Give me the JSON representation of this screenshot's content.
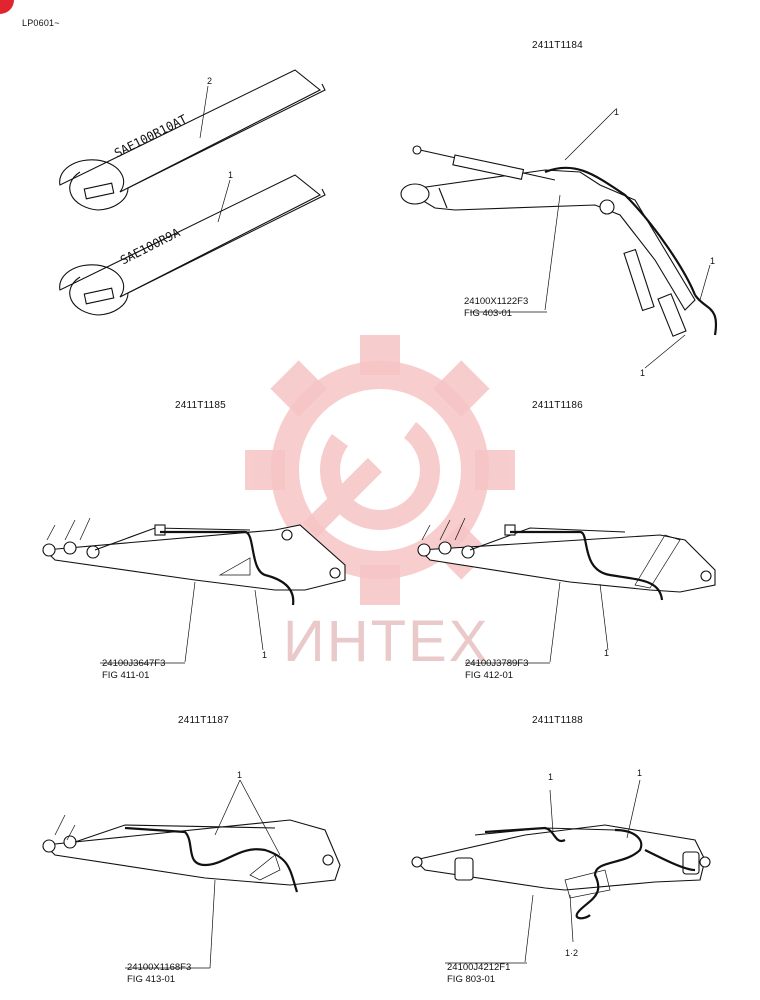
{
  "header": {
    "ref": "LP0601~"
  },
  "watermark": {
    "text": "ИНТЕХ",
    "color": "#f2a0a0"
  },
  "brand": {
    "corner_color": "#e0252f"
  },
  "figures": [
    {
      "code": "",
      "tag_items": [
        "SAE100R10AT",
        "SAE100R9A"
      ],
      "callouts": [
        "2",
        "1"
      ]
    },
    {
      "code": "2411T1184",
      "part_number": "24100X1122F3",
      "fig_ref": "FIG 403-01",
      "callouts": [
        "1",
        "1",
        "1"
      ]
    },
    {
      "code": "2411T1185",
      "part_number": "24100J3647F3",
      "fig_ref": "FIG 411-01",
      "callouts": [
        "1"
      ]
    },
    {
      "code": "2411T1186",
      "part_number": "24100J3789F3",
      "fig_ref": "FIG 412-01",
      "callouts": [
        "1"
      ]
    },
    {
      "code": "2411T1187",
      "part_number": "24100X1168F3",
      "fig_ref": "FIG 413-01",
      "callouts": [
        "1"
      ]
    },
    {
      "code": "2411T1188",
      "part_number": "24100J4212F1",
      "fig_ref": "FIG 803-01",
      "callouts": [
        "1",
        "1",
        "1·2"
      ]
    }
  ]
}
